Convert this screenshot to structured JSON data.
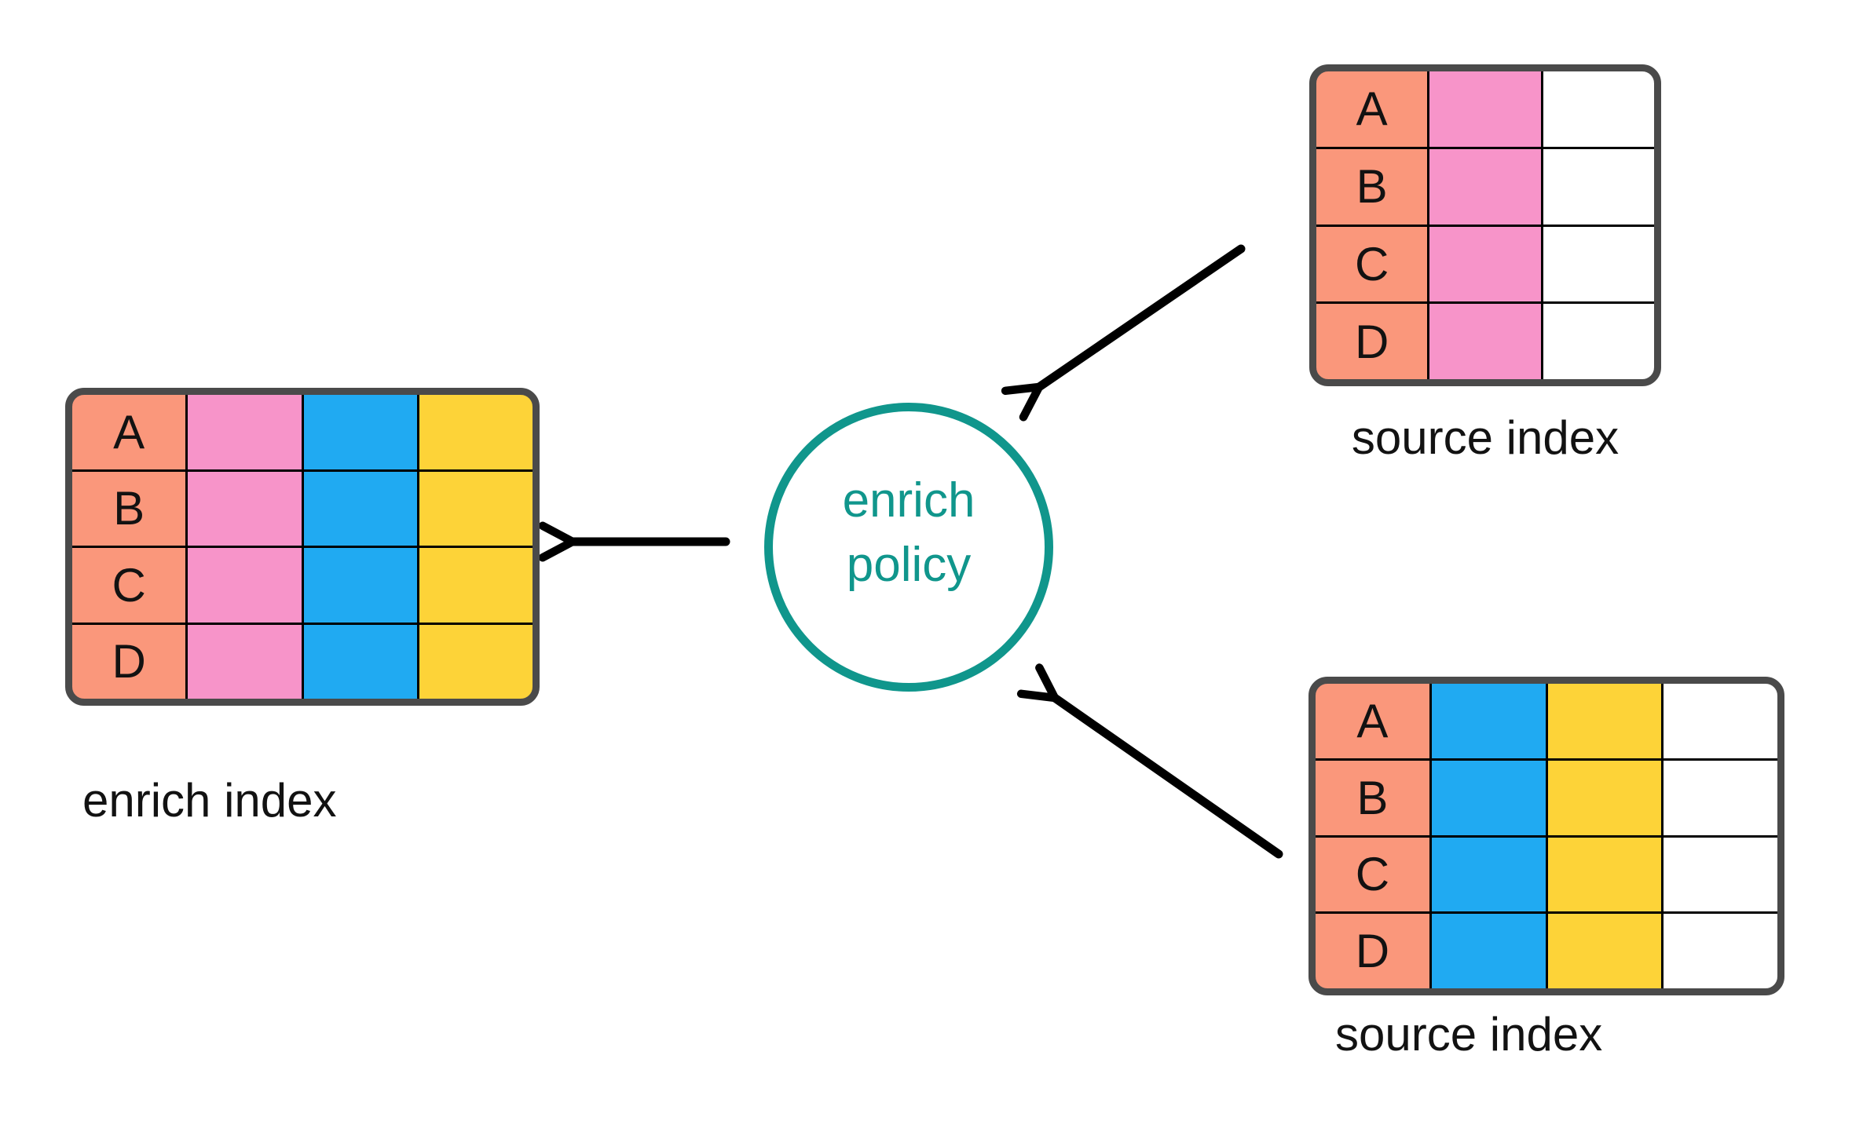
{
  "colors": {
    "salmon": "#FA977B",
    "pink": "#F794C9",
    "blue": "#20AAF2",
    "yellow": "#FDD338",
    "white": "#FFFFFF",
    "teal": "#10968C",
    "outline": "#4A4A4A",
    "arrow": "#000000",
    "text": "#121212"
  },
  "tables": {
    "enrich_index": {
      "label": "enrich index",
      "rows": [
        "A",
        "B",
        "C",
        "D"
      ],
      "columns": [
        "salmon",
        "pink",
        "blue",
        "yellow"
      ]
    },
    "source_index_top": {
      "label": "source index",
      "rows": [
        "A",
        "B",
        "C",
        "D"
      ],
      "columns": [
        "salmon",
        "pink",
        "white"
      ]
    },
    "source_index_bottom": {
      "label": "source index",
      "rows": [
        "A",
        "B",
        "C",
        "D"
      ],
      "columns": [
        "salmon",
        "blue",
        "yellow",
        "white"
      ]
    }
  },
  "policy": {
    "line1": "enrich",
    "line2": "policy"
  }
}
